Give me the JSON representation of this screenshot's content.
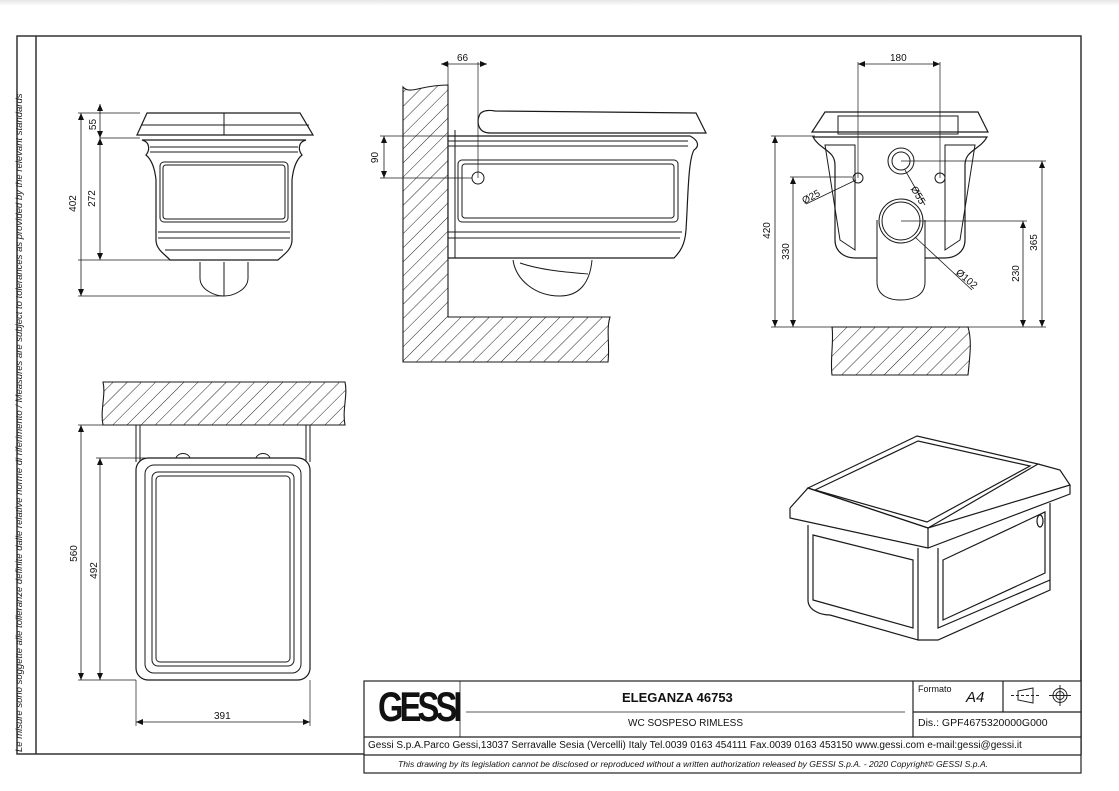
{
  "side_note": "Le misure sono soggette alle tolleranze definite dalle relative norme di riferimento / Measures are subject to tolerances as provided by the relevant standards",
  "views": {
    "front": {
      "name": "front-view",
      "dimensions": {
        "overall_height": "402",
        "seat_height": "55",
        "body_height": "272"
      }
    },
    "side": {
      "name": "side-view",
      "dimensions": {
        "wall_offset": "66",
        "inlet_height": "90"
      }
    },
    "rear": {
      "name": "rear-view",
      "dimensions": {
        "bolt_spacing": "180",
        "total_height": "420",
        "bolt_height": "330",
        "inlet_height": "365",
        "outlet_height": "230",
        "bolt_diameter": "Ø25",
        "inlet_diameter": "Ø55",
        "outlet_diameter": "Ø102"
      }
    },
    "top": {
      "name": "top-view",
      "dimensions": {
        "total_depth": "560",
        "body_depth": "492",
        "width": "391"
      }
    },
    "iso": {
      "name": "isometric-view"
    }
  },
  "title_block": {
    "logo": "GESSI",
    "product_name": "ELEGANZA 46753",
    "product_type": "WC SOSPESO RIMLESS",
    "format_label": "Formato",
    "format_value": "A4",
    "projection_symbol": "first-angle-projection-icon",
    "drawing_number": "Dis.: GPF4675320000G000",
    "company_info": "Gessi S.p.A.Parco Gessi,13037 Serravalle Sesia (Vercelli) Italy Tel.0039 0163 454111 Fax.0039 0163 453150 www.gessi.com e-mail:gessi@gessi.it",
    "legal_notice": "This drawing by its legislation cannot be disclosed or reproduced without a written authorization released by GESSI S.p.A. - 2020 Copyright© GESSI S.p.A."
  },
  "colors": {
    "line": "#1a1a1a",
    "dimension_text": "#1a1a1a",
    "paper": "#ffffff"
  }
}
